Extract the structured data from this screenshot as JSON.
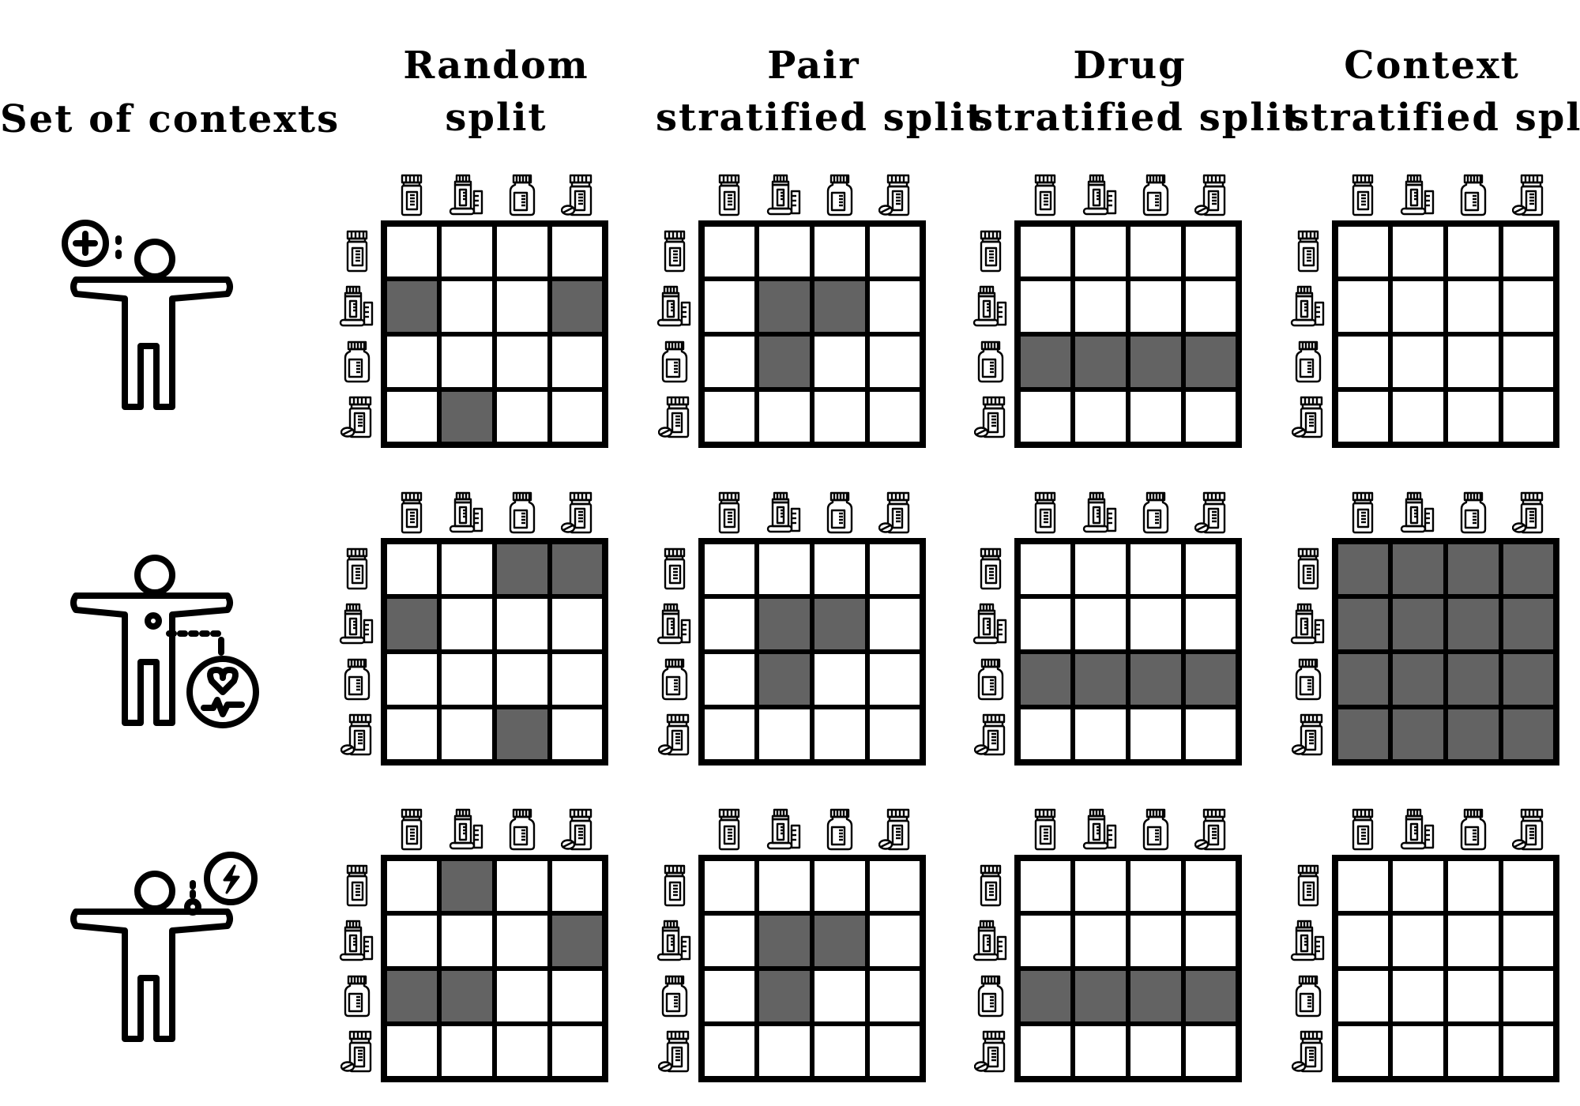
{
  "headers": {
    "contexts": "Set of contexts",
    "columns": [
      {
        "line1": "Random",
        "line2": "split"
      },
      {
        "line1": "Pair",
        "line2": "stratified split"
      },
      {
        "line1": "Drug",
        "line2": "stratified split"
      },
      {
        "line1": "Context",
        "line2": "stratified split"
      }
    ]
  },
  "contexts": [
    {
      "icon": "person-plus-icon"
    },
    {
      "icon": "person-heart-monitor-icon"
    },
    {
      "icon": "person-lightning-icon"
    }
  ],
  "drug_icons": [
    "pill-bottle-icon",
    "bottle-syringe-icon",
    "jar-icon",
    "bottle-tablet-icon"
  ],
  "colors": {
    "filled": "#636363",
    "empty": "#ffffff",
    "line": "#000000"
  },
  "grids": [
    [
      [
        [
          0,
          0,
          0,
          0
        ],
        [
          1,
          0,
          0,
          1
        ],
        [
          0,
          0,
          0,
          0
        ],
        [
          0,
          1,
          0,
          0
        ]
      ],
      [
        [
          0,
          0,
          0,
          0
        ],
        [
          0,
          1,
          1,
          0
        ],
        [
          0,
          1,
          0,
          0
        ],
        [
          0,
          0,
          0,
          0
        ]
      ],
      [
        [
          0,
          0,
          0,
          0
        ],
        [
          0,
          0,
          0,
          0
        ],
        [
          1,
          1,
          1,
          1
        ],
        [
          0,
          0,
          0,
          0
        ]
      ],
      [
        [
          0,
          0,
          0,
          0
        ],
        [
          0,
          0,
          0,
          0
        ],
        [
          0,
          0,
          0,
          0
        ],
        [
          0,
          0,
          0,
          0
        ]
      ]
    ],
    [
      [
        [
          0,
          0,
          1,
          1
        ],
        [
          1,
          0,
          0,
          0
        ],
        [
          0,
          0,
          0,
          0
        ],
        [
          0,
          0,
          1,
          0
        ]
      ],
      [
        [
          0,
          0,
          0,
          0
        ],
        [
          0,
          1,
          1,
          0
        ],
        [
          0,
          1,
          0,
          0
        ],
        [
          0,
          0,
          0,
          0
        ]
      ],
      [
        [
          0,
          0,
          0,
          0
        ],
        [
          0,
          0,
          0,
          0
        ],
        [
          1,
          1,
          1,
          1
        ],
        [
          0,
          0,
          0,
          0
        ]
      ],
      [
        [
          1,
          1,
          1,
          1
        ],
        [
          1,
          1,
          1,
          1
        ],
        [
          1,
          1,
          1,
          1
        ],
        [
          1,
          1,
          1,
          1
        ]
      ]
    ],
    [
      [
        [
          0,
          1,
          0,
          0
        ],
        [
          0,
          0,
          0,
          1
        ],
        [
          1,
          1,
          0,
          0
        ],
        [
          0,
          0,
          0,
          0
        ]
      ],
      [
        [
          0,
          0,
          0,
          0
        ],
        [
          0,
          1,
          1,
          0
        ],
        [
          0,
          1,
          0,
          0
        ],
        [
          0,
          0,
          0,
          0
        ]
      ],
      [
        [
          0,
          0,
          0,
          0
        ],
        [
          0,
          0,
          0,
          0
        ],
        [
          1,
          1,
          1,
          1
        ],
        [
          0,
          0,
          0,
          0
        ]
      ],
      [
        [
          0,
          0,
          0,
          0
        ],
        [
          0,
          0,
          0,
          0
        ],
        [
          0,
          0,
          0,
          0
        ],
        [
          0,
          0,
          0,
          0
        ]
      ]
    ]
  ]
}
